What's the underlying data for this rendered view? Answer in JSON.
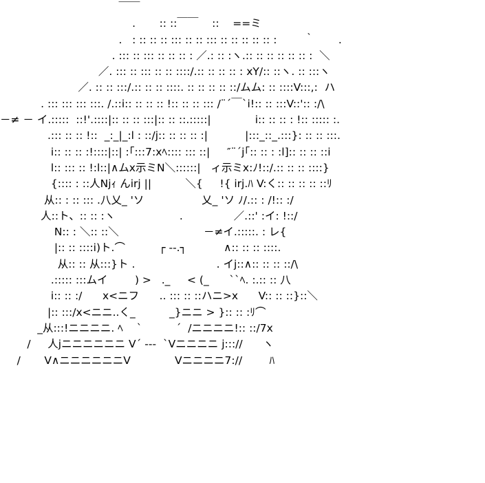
{
  "art": {
    "lines": [
      "                                   ￣￣",
      "                                       .       :: ::￣￣    ::    ==ミ",
      "                                   .   : :: :: :: ::: :: :: ::: :: :: :: :: :: :        ｀       .",
      "                                 . ::: :: ::: :: :: :: : ／.: :: :ヽ.:: :: :: :: :: :: :  ＼",
      "                             ／. ::: :: ::: :: :: ::::/.:: :: :: :: : xY/:: ::ヽ. :: :::ヽ",
      "                       ／. :: :: :::/.:: :: :: ::::. :: :: :: :: ::/ムム: :: ::::V:::,:  ハ",
      "            . ::: ::: ::: :::. /.::i:: :: :: :: !:: :: :: ::: /¨´￣`i!:: :: :::V::':: :/\\",
      "－≠ － イ.:::::  ::!'.::::|:: :: :: :::|:: :: ::.:::::|             i:: :: :: : !:: ::::: :.",
      "              .::: :: :: !::  _:_|_:l : ::/j:: :: :: :: :|           |:::_::_.:::}: :: :: :::.",
      "               i:: :: :: :!::::|::| :｢:::7:xﾍ:::: ::: ::|     ″¨´j｢:: :: : :l]:: :: :: ::i",
      "               l:: ::: :: !:l::|∧ムx示ミN＼::::::|   ィ示ミx:ﾉ!::/.:: :: :: ::::}",
      "               {:::: : ::人Njｨ んirj ||          ＼{     !{ irj.ﾊ V:く:: :: :: :: ::ﾘ",
      "             从:: : :: ::: .八乂_ 'ソ                 乂_ 'ソ ﾉ/.:: : /!:: :/",
      "            人::ト、:: :: :ヽ                   .               ／.::' :イ: !::/",
      "                N:: : ＼:: ::＼                         －≠イ.:::::. : レ{",
      "                |:: :: ::::i)ト.⌒          ┌ ‐‐.┐           ∧:: :: :: ::::.",
      "                 从:: :: 从:::}ト .                        . イj::∧:: :: :: ::/\\",
      "               .::::: :::ムイ        ) >   ._     < (_      ``ﾍ. :.:: :: 八",
      "               i:: :: :/      x<ニフ      .. ::: :: ::ハニ>x      V:: :: ::}::＼",
      "              |:: :::/x<ニニ..く_          _}ニニ > }:: :: :ﾘ⌒",
      "           _从:::!ニニニニ. ﾍ    `          ´  /ニニニニ!:: ::/7x",
      "        /     人jニニニニニニ V´ ‐‐‐  `Vニニニニ j::://      ヽ",
      "     /       V∧ニニニニニニV             Vニニニニ7://        ﾊ"
    ]
  }
}
